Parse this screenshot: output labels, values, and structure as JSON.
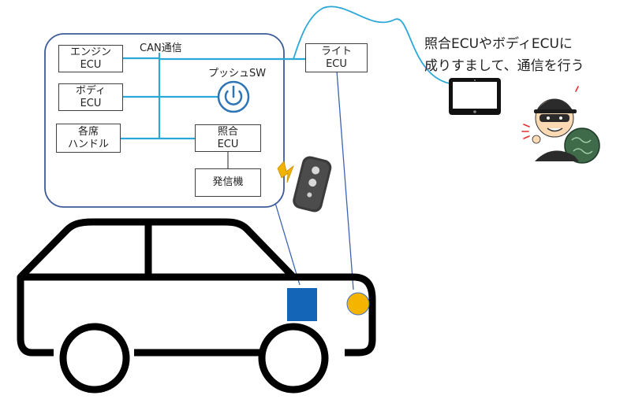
{
  "can_bus": {
    "label": "CAN通信"
  },
  "push_switch": {
    "label": "プッシュSW"
  },
  "ecus": {
    "engine": {
      "line1": "エンジン",
      "line2": "ECU"
    },
    "body": {
      "line1": "ボディ",
      "line2": "ECU"
    },
    "seat_handle": {
      "line1": "各席",
      "line2": "ハンドル"
    },
    "verification": {
      "line1": "照合",
      "line2": "ECU"
    },
    "light": {
      "line1": "ライト",
      "line2": "ECU"
    }
  },
  "transmitter": {
    "label": "発信機"
  },
  "callout": {
    "line1": "照合ECUやボディECUに",
    "line2": "成りすまして、通信を行う"
  },
  "colors": {
    "bus": "#2aa8d8",
    "link": "#3b63b5",
    "ecu_on_car": "#1464b8",
    "light_bulb": "#f5b400",
    "car_outline": "#000000",
    "frame": "#3d5a9a"
  }
}
